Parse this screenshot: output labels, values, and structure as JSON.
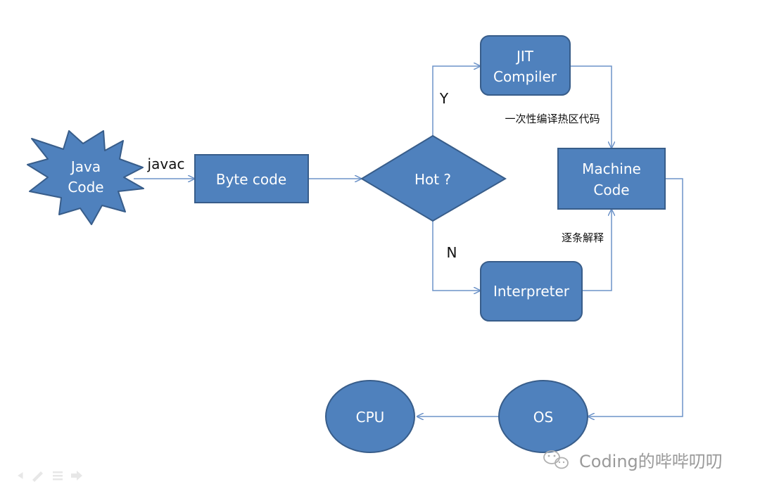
{
  "nodes": {
    "java_code": {
      "line1": "Java",
      "line2": "Code"
    },
    "byte_code": {
      "label": "Byte code"
    },
    "hot_decision": {
      "label": "Hot ?"
    },
    "jit_compiler": {
      "line1": "JIT",
      "line2": "Compiler"
    },
    "interpreter": {
      "label": "Interpreter"
    },
    "machine_code": {
      "line1": "Machine",
      "line2": "Code"
    },
    "os": {
      "label": "OS"
    },
    "cpu": {
      "label": "CPU"
    }
  },
  "edges": {
    "javac_label": "javac",
    "yes_label": "Y",
    "no_label": "N",
    "jit_to_machine_label": "一次性编译热区代码",
    "interp_to_machine_label": "逐条解释"
  },
  "watermark": {
    "text": "Coding的哔哔叨叨",
    "icon": "wechat-icon"
  },
  "slide_controls": {
    "icons": [
      "arrow-left-icon",
      "pen-icon",
      "menu-icon",
      "arrow-right-icon"
    ]
  },
  "colors": {
    "node_fill": "#4f81bd",
    "node_stroke": "#385d8a",
    "edge_stroke": "#6d93c8",
    "text_on_node": "#ffffff"
  }
}
